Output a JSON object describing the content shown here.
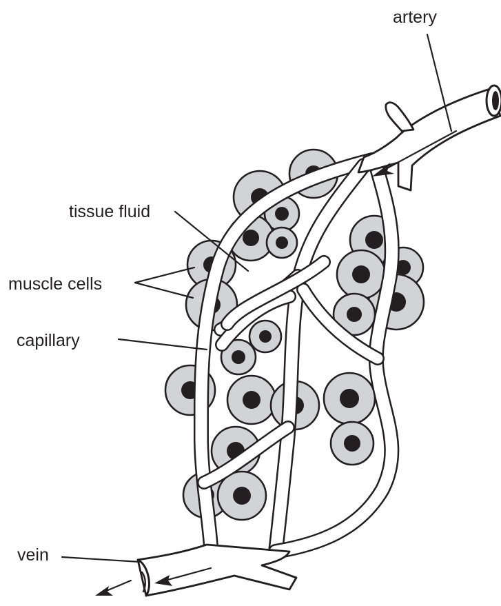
{
  "labels": {
    "artery": "artery",
    "tissue_fluid": "tissue fluid",
    "muscle_cells": "muscle cells",
    "capillary": "capillary",
    "vein": "vein"
  },
  "colors": {
    "ink": "#231f20",
    "cell_fill": "#d1d3d4",
    "background": "#ffffff"
  }
}
